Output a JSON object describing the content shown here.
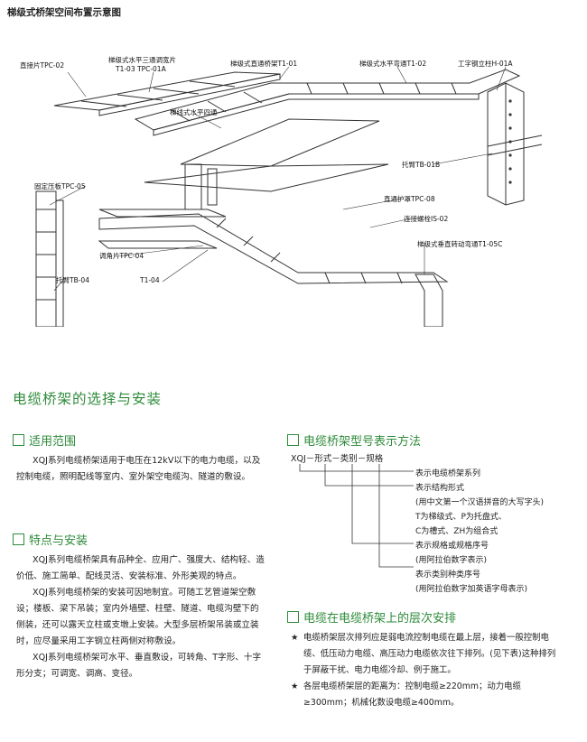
{
  "figure": {
    "title": "梯级式桥架空间布置示意图",
    "labels": {
      "tpc02": "直接片TPC-02",
      "t103": "梯级式水平三通调宽片",
      "t103b": "T1-03 TPC-01A",
      "t101": "梯级式直通桥架T1-01",
      "t102": "梯级式水平弯通T1-02",
      "h01a": "工字钢立柱H-01A",
      "four": "梯线式水平四通",
      "tb01b": "托臂TB-01B",
      "tpc05": "固定压板TPC-05",
      "tpc08": "直通护罩TPC-08",
      "is02": "连接螺栓IS-02",
      "t105c": "梯级式垂直转动弯通T1-05C",
      "tpc04": "调角片TPC-04",
      "t104": "T1-04",
      "tb04": "托臂TB-04"
    }
  },
  "main_title": "电缆桥架的选择与安装",
  "scope": {
    "title": "适用范围",
    "text": "XQJ系列电缆桥架适用于电压在12kV以下的电力电缆，以及控制电缆，照明配线等室内、室外架空电缆沟、隧道的敷设。"
  },
  "features": {
    "title": "特点与安装",
    "paragraphs": [
      "XQJ系列电缆桥架具有品种全、应用广、强度大、结构轻、造价低、施工简单、配线灵活、安装标准、外形美观的特点。",
      "XQJ系列电缆桥架的安装可因地制宜。可随工艺管道架空敷设；楼板、梁下吊装；室内外墙壁、柱壁、隧道、电缆沟壁下的侧装，还可以露天立柱或支墩上安装。大型多层桥架吊装或立装时，应尽量采用工字钢立柱两侧对称敷设。",
      "XQJ系列电缆桥架可水平、垂直敷设，可转角、T字形、十字形分支；可调宽、调高、变径。"
    ]
  },
  "model": {
    "title": "电缆桥架型号表示方法",
    "code": "XQJ－形式－类别－规格",
    "items": [
      "表示电缆桥架系列",
      "表示结构形式",
      "(用中文第一个汉语拼音的大写字头)",
      "T为梯级式、P为托盘式、",
      "C为槽式、ZH为组合式",
      "表示规格或规格序号",
      "(用阿拉伯数字表示)",
      "表示类别种类序号",
      "(用阿拉伯数字加英语字母表示)"
    ]
  },
  "layers": {
    "title": "电缆在电缆桥架上的层次安排",
    "star": "★",
    "items": [
      "电缆桥架层次排列应是弱电流控制电缆在最上层，接着一般控制电缆、低压动力电缆、高压动力电缆依次往下排列。(见下表)这种排列于屏蔽干扰、电力电缆冷却、例于施工。",
      "各层电缆桥架层的距离为：控制电缆≥220mm；动力电缆≥300mm；机械化数设电缆≥400mm。"
    ]
  },
  "colors": {
    "accent": "#2e8b3a",
    "text": "#222222"
  }
}
